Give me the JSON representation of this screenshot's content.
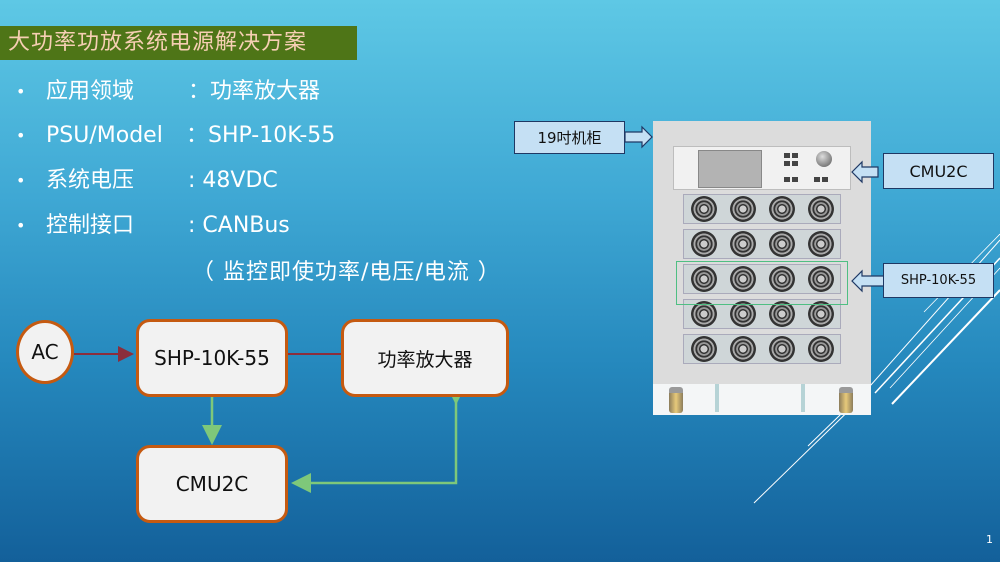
{
  "slide": {
    "title": "大功率功放系统电源解决方案",
    "page_number": "1",
    "colors": {
      "title_bg": "#4e7517",
      "title_text": "#f6cfb3",
      "bg_top": "#5ec8e5",
      "bg_bottom": "#13609a",
      "node_border": "#c55a11",
      "node_fill": "#f2f2f2",
      "power_arrow": "#8b2e3c",
      "signal_arrow": "#7ec87a",
      "callout_fill": "#c5e0f4",
      "callout_border": "#1f3864"
    }
  },
  "bullets": [
    {
      "label": "应用领域",
      "value": "：功率放大器"
    },
    {
      "label": "PSU/Model",
      "value": "：SHP-10K-55"
    },
    {
      "label": "系统电压",
      "value": ": 48VDC"
    },
    {
      "label": "控制接口",
      "value": ": CANBus"
    }
  ],
  "bullet_note": "（ 监控即使功率/电压/电流 ）",
  "diagram": {
    "nodes": {
      "ac": "AC",
      "psu": "SHP-10K-55",
      "amplifier": "功率放大器",
      "controller": "CMU2C"
    },
    "links": [
      {
        "from": "AC",
        "to": "SHP-10K-55",
        "type": "power"
      },
      {
        "from": "SHP-10K-55",
        "to": "功率放大器",
        "type": "power"
      },
      {
        "from": "SHP-10K-55",
        "to": "CMU2C",
        "type": "signal"
      },
      {
        "from": "CMU2C",
        "to": "功率放大器",
        "type": "signal-bidirectional"
      }
    ]
  },
  "rack": {
    "callouts": {
      "cabinet": "19吋机柜",
      "controller": "CMU2C",
      "psu": "SHP-10K-55"
    },
    "psu_rows": 5,
    "fans_per_row": 4
  }
}
